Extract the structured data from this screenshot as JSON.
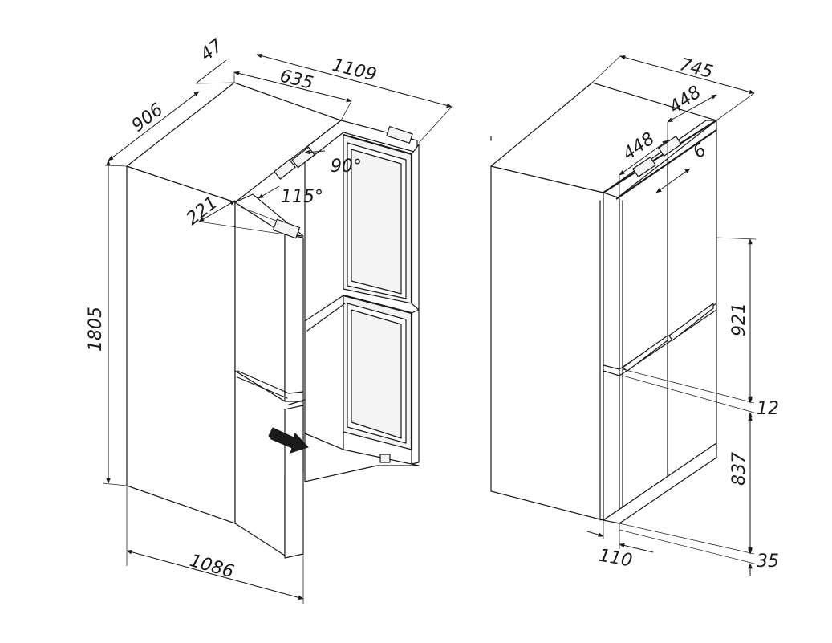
{
  "dimensions": {
    "left_view": {
      "depth_total": "906",
      "offset_top": "47",
      "depth_door_open": "1109",
      "depth_door_swing": "635",
      "handle_depth": "221",
      "angle_wide": "115°",
      "angle_right": "90°",
      "height_total": "1805",
      "width_door_open": "1086"
    },
    "right_view": {
      "width_total": "745",
      "door_width_left": "448",
      "door_width_right": "448",
      "gap_top": "6",
      "height_upper": "921",
      "gap_middle": "12",
      "height_lower": "837",
      "foot_height": "35",
      "side_offset": "110"
    }
  }
}
